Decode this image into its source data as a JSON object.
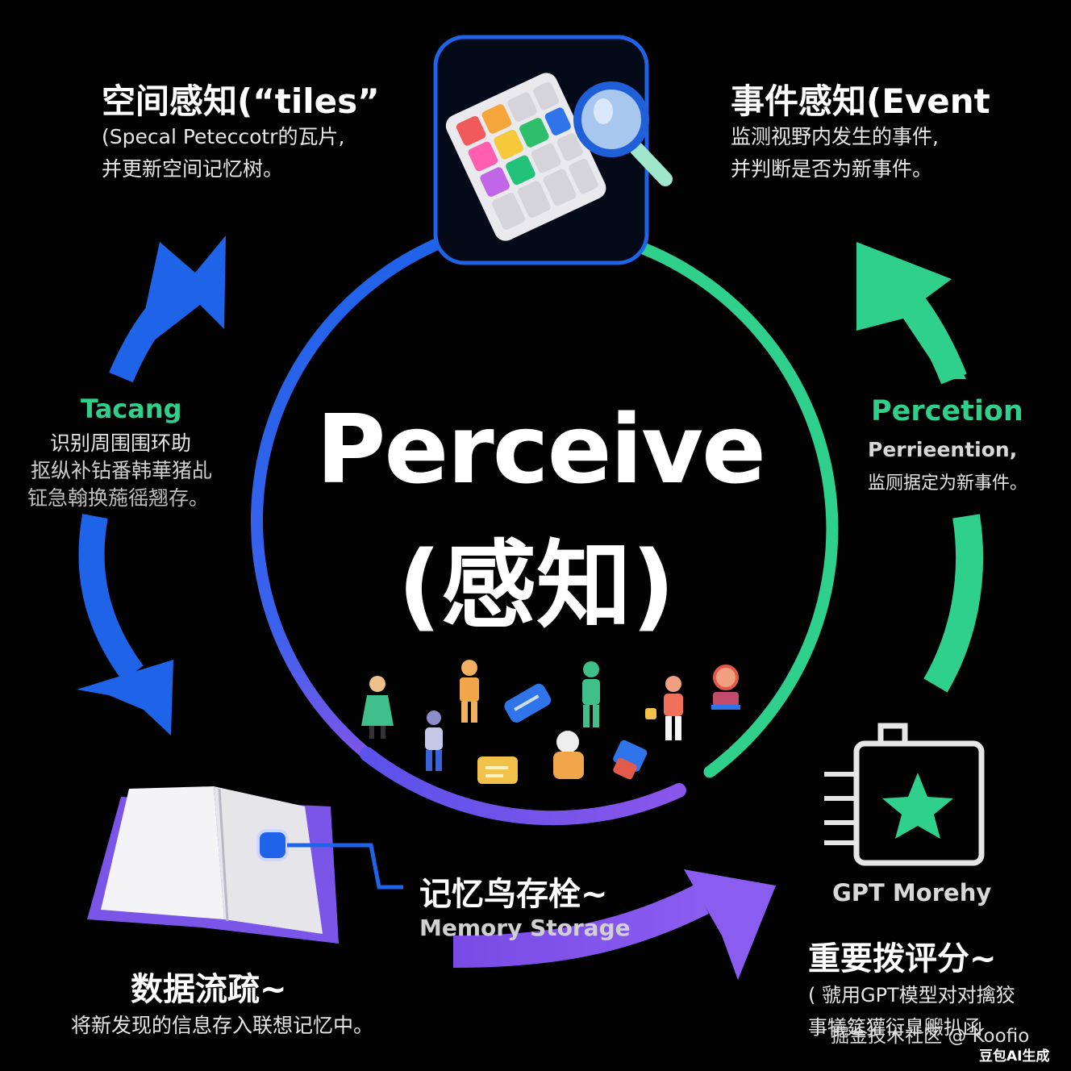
{
  "center": {
    "title_en": "Perceive",
    "title_zh": "(感知)"
  },
  "spatial": {
    "title": "空间感知(“tiles”",
    "line1": "(Specal  Peteccotr的瓦片,",
    "line2": "并更新空间记忆树。"
  },
  "event": {
    "title": "事件感知(Event",
    "line1": "监测视野内发生的事件,",
    "line2": "并判断是否为新事件。"
  },
  "left_label": {
    "heading": "Tacang",
    "line1": "识别周围围环助",
    "line2": "抠纵补钻番韩華猪乩",
    "line3": "钲急翰换葹徭翘存。"
  },
  "right_label": {
    "heading": "Percetion",
    "line1": "Perrieention,",
    "line2": "监厕据定为新事件。"
  },
  "memory": {
    "title": "记忆鸟存栓~",
    "subtitle": "Memory  Storage"
  },
  "dataflow": {
    "title": "数据流疏~",
    "line1": "将新发现的信息存入联想记忆中。"
  },
  "gpt": {
    "label": "GPT Morehy",
    "title": "重要拨评分~",
    "line1": "( 虢用GPT模型对对擒狡",
    "line2": "事犠筵獾衍臯毈扒函"
  },
  "watermark": {
    "text": "掘金技术社区 @ Koofio",
    "ai_text": "豆包AI生成"
  },
  "colors": {
    "blue": "#1f63e8",
    "green": "#2fcf8c",
    "purple": "#7b55e8",
    "background": "#020202"
  },
  "icons": {
    "top": "grid-magnifier-icon",
    "bottom_left": "open-book-icon",
    "bottom_right": "star-chip-icon",
    "people": "people-crowd-icon"
  }
}
